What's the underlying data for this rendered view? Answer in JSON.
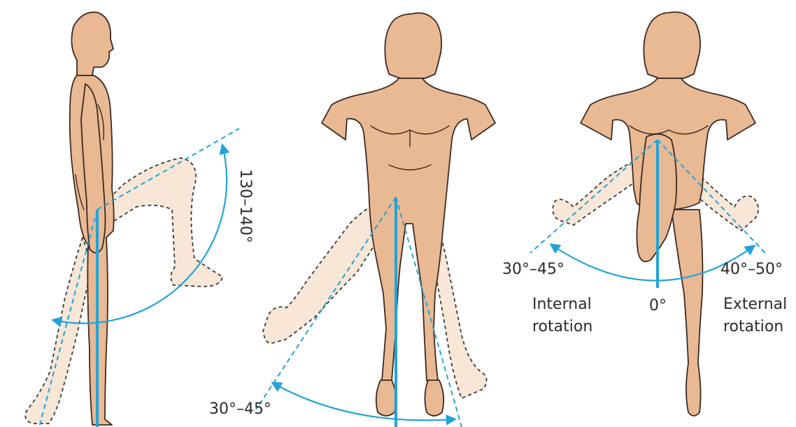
{
  "figure": {
    "panels": [
      {
        "id": "flexion",
        "angle_label": "130–140°"
      },
      {
        "id": "abduction",
        "angle_label": "30°–45°"
      },
      {
        "id": "rotation",
        "internal_angle": "30°–45°",
        "external_angle": "40°–50°",
        "neutral_label": "0°",
        "internal_line1": "Internal",
        "internal_line2": "rotation",
        "external_line1": "External",
        "external_line2": "rotation"
      }
    ],
    "colors": {
      "skin": "#e9b993",
      "ghost_limb": "#f8e6d6",
      "axis_blue": "#22a3d8",
      "outline": "#3a2a22"
    }
  }
}
